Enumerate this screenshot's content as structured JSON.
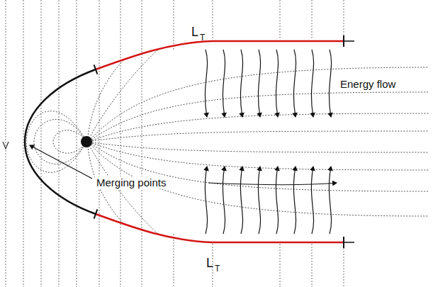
{
  "diagram": {
    "labels": [
      "L",
      "T",
      "L",
      "T",
      "Energy flow",
      "Merging points"
    ]
  }
}
